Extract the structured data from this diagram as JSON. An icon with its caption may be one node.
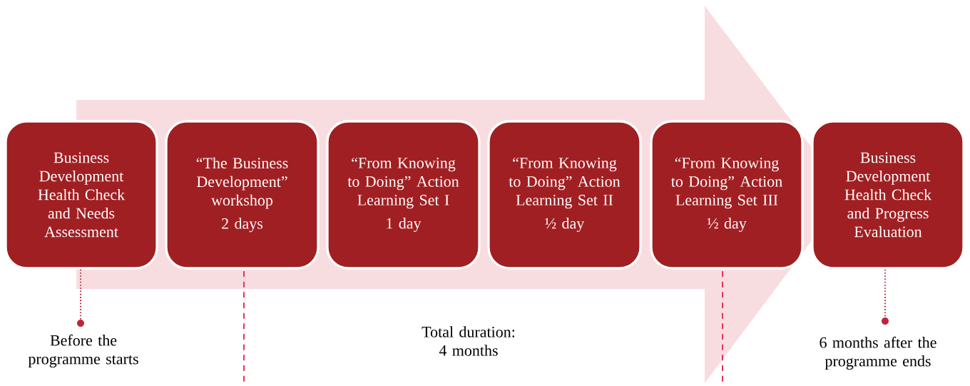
{
  "diagram": {
    "nodes": [
      {
        "text": [
          "Business Development Health Check and Needs Assessment"
        ]
      },
      {
        "text": [
          "“The Business Development” workshop",
          "2 days"
        ]
      },
      {
        "text": [
          "“From Knowing to Doing” Action Learning Set I",
          "1 day"
        ]
      },
      {
        "text": [
          "“From Knowing to Doing” Action Learning Set II",
          "½ day"
        ]
      },
      {
        "text": [
          "“From Knowing to Doing” Action Learning Set III",
          "½ day"
        ]
      },
      {
        "text": [
          "Business Development Health Check and Progress Evaluation"
        ]
      },
      {
        "text": [],
        "shape": "circle"
      },
      {
        "text": [],
        "shape": "circle"
      }
    ],
    "edges": [
      {
        "from": 0,
        "to": 6,
        "arrow": "none"
      },
      {
        "from": 5,
        "to": 7,
        "arrow": "none"
      },
      {
        "from": 0,
        "to": 5,
        "arrow": "to",
        "style": "thick",
        "color": "#f8dde0"
      }
    ],
    "labels": [
      "Before the programme starts",
      "Total duration: 4 months",
      "6 months after the programme ends"
    ]
  }
}
